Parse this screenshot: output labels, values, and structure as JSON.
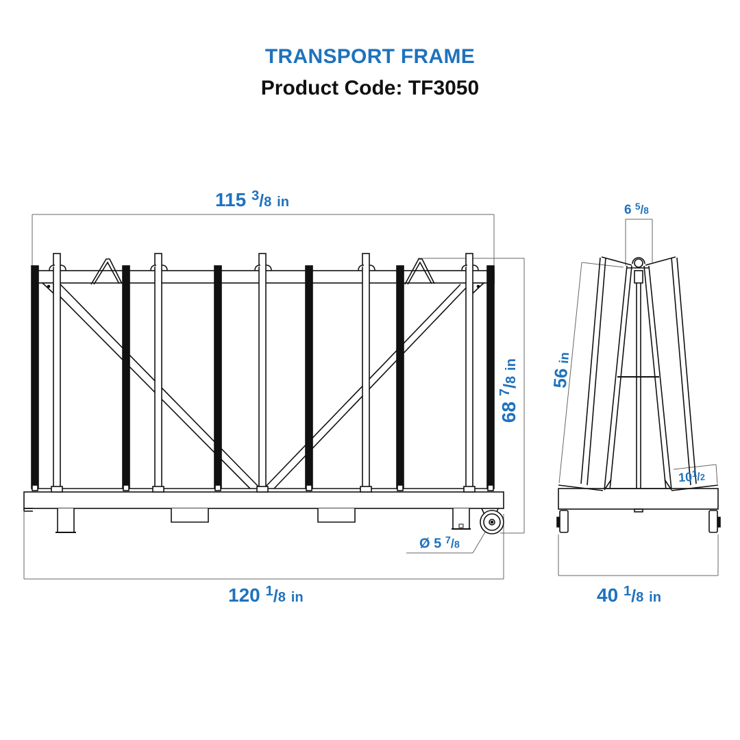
{
  "header": {
    "title": "TRANSPORT FRAME",
    "product_code_label": "Product Code: TF3050"
  },
  "colors": {
    "accent": "#1f72bd",
    "line": "#111111",
    "dim_line": "#666666"
  },
  "front_view": {
    "top_width": {
      "whole": "115",
      "num": "3",
      "den": "8",
      "unit": "in"
    },
    "overall_length": {
      "whole": "120",
      "num": "1",
      "den": "8",
      "unit": "in"
    },
    "overall_height": {
      "whole": "68",
      "num": "7",
      "den": "8",
      "unit": "in"
    },
    "wheel_diameter": {
      "symbol": "Ø",
      "whole": "5",
      "num": "7",
      "den": "8"
    }
  },
  "side_view": {
    "top_gap": {
      "whole": "6",
      "num": "5",
      "den": "8"
    },
    "upright_length": {
      "whole": "56",
      "unit": "in"
    },
    "base_ledge": {
      "whole": "10",
      "num": "1",
      "den": "2"
    },
    "overall_width": {
      "whole": "40",
      "num": "1",
      "den": "8",
      "unit": "in"
    }
  }
}
